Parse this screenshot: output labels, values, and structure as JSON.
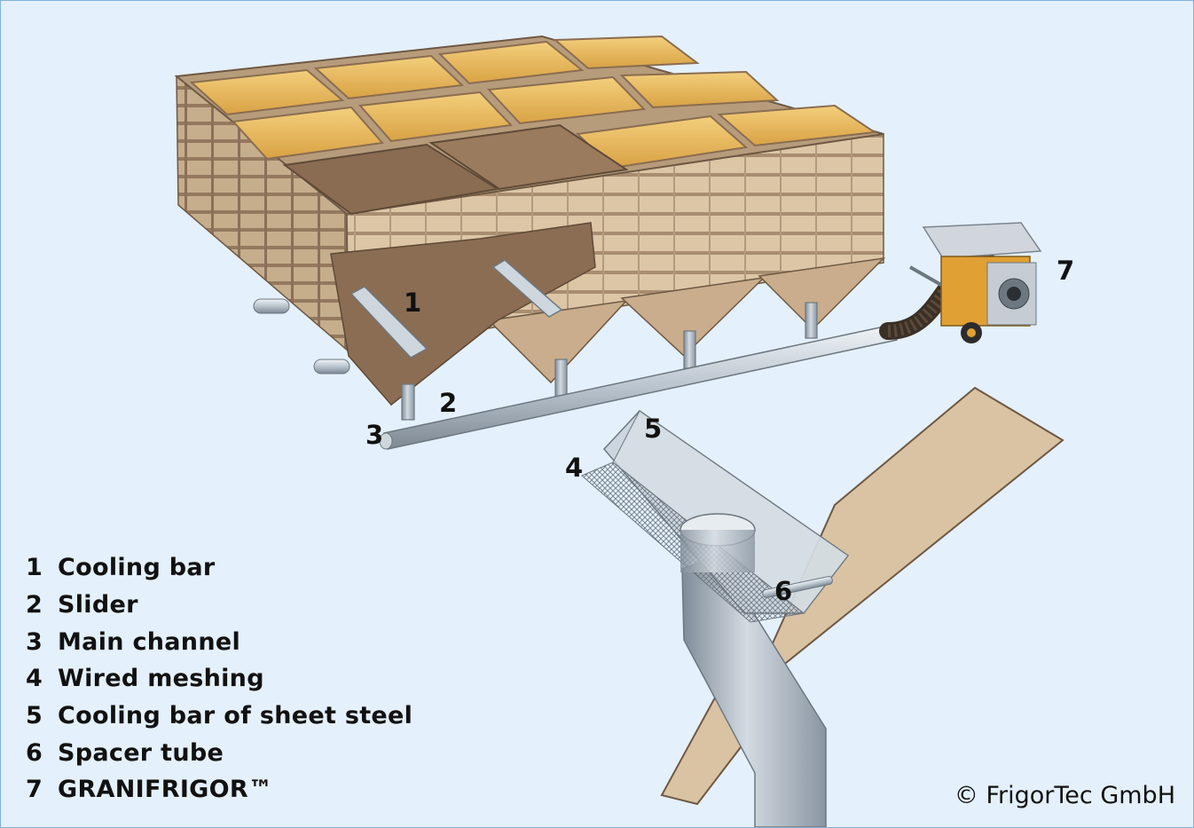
{
  "callouts": [
    {
      "id": "1"
    },
    {
      "id": "2"
    },
    {
      "id": "3"
    },
    {
      "id": "4"
    },
    {
      "id": "5"
    },
    {
      "id": "6"
    },
    {
      "id": "7"
    }
  ],
  "legend": [
    {
      "num": "1",
      "label": "Cooling bar"
    },
    {
      "num": "2",
      "label": "Slider"
    },
    {
      "num": "3",
      "label": "Main channel"
    },
    {
      "num": "4",
      "label": "Wired meshing"
    },
    {
      "num": "5",
      "label": "Cooling bar of sheet steel"
    },
    {
      "num": "6",
      "label": "Spacer tube"
    },
    {
      "num": "7",
      "label": "GRANIFRIGOR™"
    }
  ],
  "copyright": "© FrigorTec GmbH",
  "colors": {
    "background": "#e4f0fb",
    "wood": "#d9c3a3",
    "wood_dark": "#9c8166",
    "grain": "#e8b858",
    "steel": "#b7c3cf",
    "hose": "#3b3026",
    "machine": "#e0a034"
  }
}
